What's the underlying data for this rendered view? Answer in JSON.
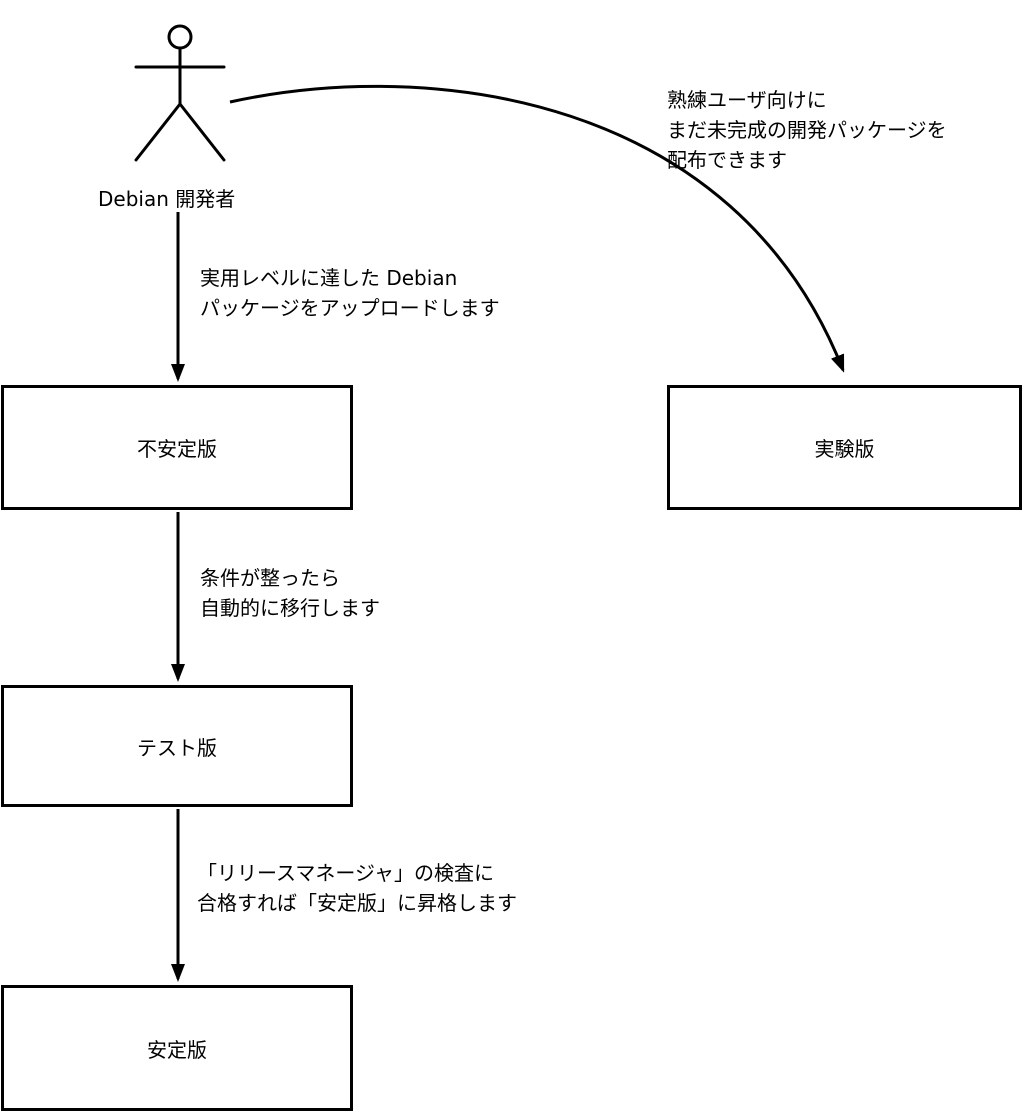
{
  "colors": {
    "background": "#ffffff",
    "stroke": "#000000",
    "text": "#000000"
  },
  "actor": {
    "label": "Debian 開発者"
  },
  "nodes": {
    "unstable": {
      "label": "不安定版"
    },
    "experimental": {
      "label": "実験版"
    },
    "testing": {
      "label": "テスト版"
    },
    "stable": {
      "label": "安定版"
    }
  },
  "edges": {
    "upload": {
      "from": "actor",
      "to": "unstable",
      "lines": [
        "実用レベルに達した Debian",
        "パッケージをアップロードします"
      ]
    },
    "experimental_dist": {
      "from": "actor",
      "to": "experimental",
      "lines": [
        "熟練ユーザ向けに",
        "まだ未完成の開発パッケージを",
        "配布できます"
      ]
    },
    "auto_migrate": {
      "from": "unstable",
      "to": "testing",
      "lines": [
        "条件が整ったら",
        "自動的に移行します"
      ]
    },
    "promote": {
      "from": "testing",
      "to": "stable",
      "lines": [
        "「リリースマネージャ」の検査に",
        "合格すれば「安定版」に昇格します"
      ]
    }
  }
}
